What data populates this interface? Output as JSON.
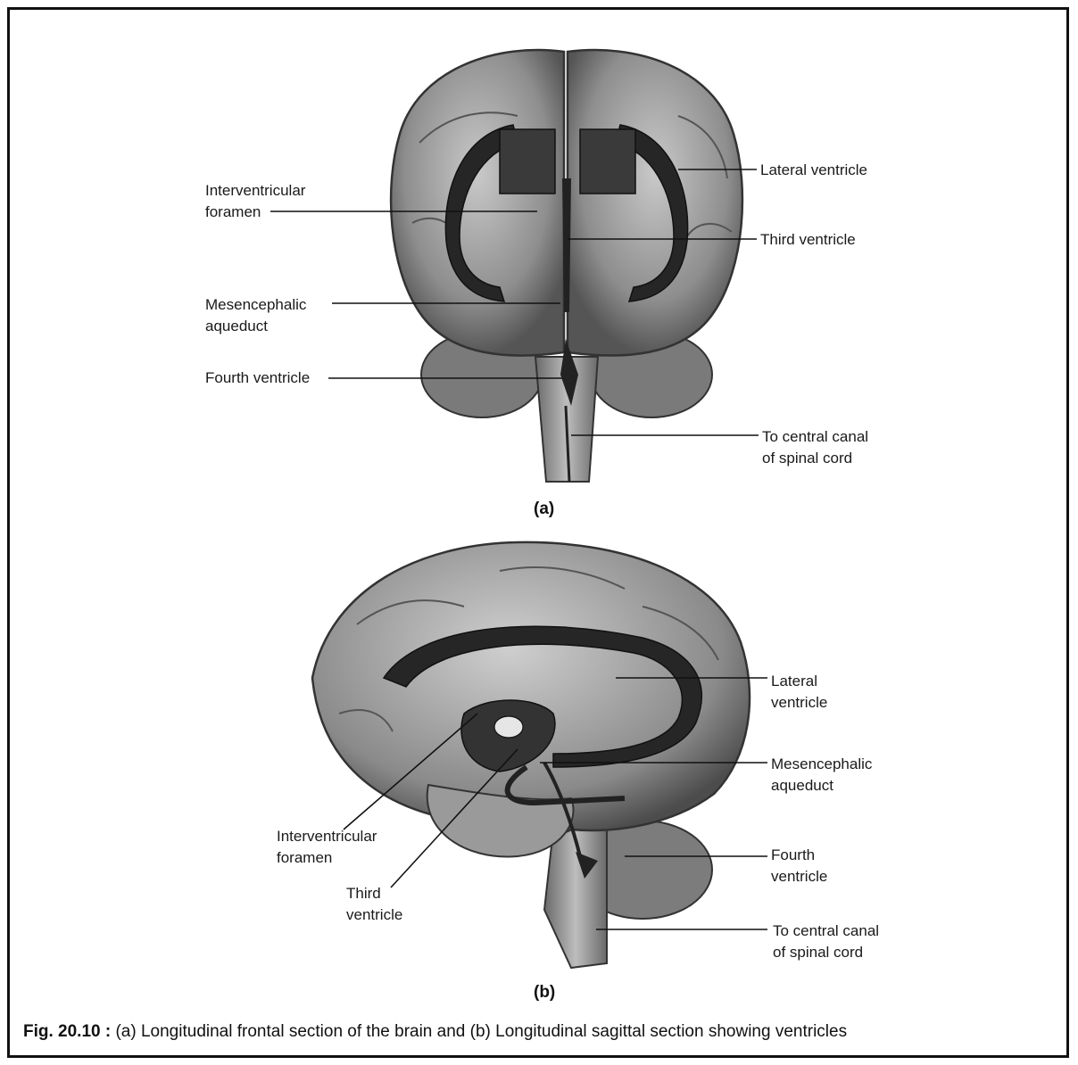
{
  "figure": {
    "caption_number": "Fig. 20.10 :",
    "caption_text": "(a) Longitudinal frontal section of the brain and (b) Longitudinal sagittal section showing ventricles"
  },
  "panel_a": {
    "sublabel": "(a)",
    "labels": {
      "interventricular_1": "Interventricular",
      "interventricular_2": "foramen",
      "mesencephalic_1": "Mesencephalic",
      "mesencephalic_2": "aqueduct",
      "fourth": "Fourth ventricle",
      "lateral": "Lateral ventricle",
      "third": "Third ventricle",
      "canal_1": "To central canal",
      "canal_2": "of spinal cord"
    }
  },
  "panel_b": {
    "sublabel": "(b)",
    "labels": {
      "lateral_1": "Lateral",
      "lateral_2": "ventricle",
      "mesencephalic_1": "Mesencephalic",
      "mesencephalic_2": "aqueduct",
      "interventricular_1": "Interventricular",
      "interventricular_2": "foramen",
      "third_1": "Third",
      "third_2": "ventricle",
      "fourth_1": "Fourth",
      "fourth_2": "ventricle",
      "canal_1": "To central canal",
      "canal_2": "of spinal cord"
    }
  }
}
